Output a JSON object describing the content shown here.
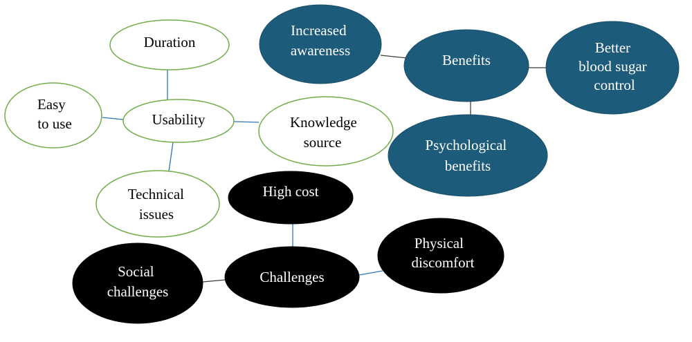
{
  "clusters": {
    "usability": {
      "center": "Usability",
      "nodes": {
        "duration": [
          "Duration"
        ],
        "easy_to_use": [
          "Easy",
          "to use"
        ],
        "knowledge_source": [
          "Knowledge",
          "source"
        ],
        "technical_issues": [
          "Technical",
          "issues"
        ]
      },
      "style": {
        "fill": "#ffffff",
        "stroke": "#70ad47",
        "text": "#000000"
      }
    },
    "benefits": {
      "center": "Benefits",
      "nodes": {
        "increased_awareness": [
          "Increased",
          "awareness"
        ],
        "better_blood_sugar": [
          "Better",
          "blood sugar",
          "control"
        ],
        "psychological_benefits": [
          "Psychological",
          "benefits"
        ]
      },
      "style": {
        "fill": "#1d5b7a",
        "text": "#ffffff"
      }
    },
    "challenges": {
      "center": "Challenges",
      "nodes": {
        "high_cost": [
          "High cost"
        ],
        "social_challenges": [
          "Social",
          "challenges"
        ],
        "physical_discomfort": [
          "Physical",
          "discomfort"
        ]
      },
      "style": {
        "fill": "#000000",
        "text": "#ffffff"
      }
    }
  }
}
